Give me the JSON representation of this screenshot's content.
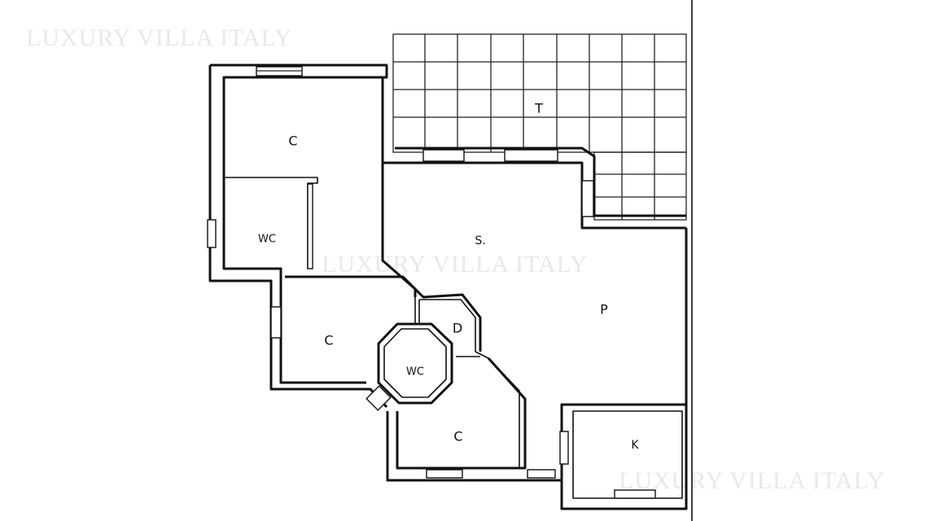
{
  "watermarks": {
    "top_left": "LUXURY VILLA ITALY",
    "center": "LUXURY VILLA ITALY",
    "bottom_right": "LUXURY VILLA ITALY"
  },
  "rooms": {
    "bedroom_top": "C",
    "wc_left": "WC",
    "terrace": "T",
    "living": "S.",
    "porch": "P",
    "bedroom_mid": "C",
    "closet": "D",
    "wc_center": "WC",
    "bedroom_bottom": "C",
    "kitchen": "K"
  }
}
